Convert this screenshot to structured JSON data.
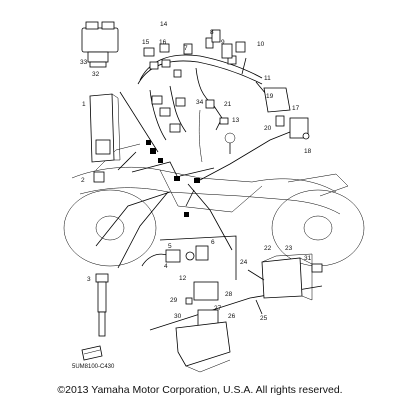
{
  "callouts": [
    "1",
    "2",
    "3",
    "4",
    "5",
    "6",
    "7",
    "8",
    "9",
    "10",
    "11",
    "12",
    "13",
    "14",
    "15",
    "16",
    "17",
    "18",
    "19",
    "20",
    "21",
    "22",
    "23",
    "24",
    "25",
    "26",
    "27",
    "28",
    "29",
    "30",
    "31",
    "32",
    "33",
    "34"
  ],
  "diagram_code": "5UM8100-C430",
  "copyright": "©2013 Yamaha Motor Corporation, U.S.A. All rights reserved."
}
